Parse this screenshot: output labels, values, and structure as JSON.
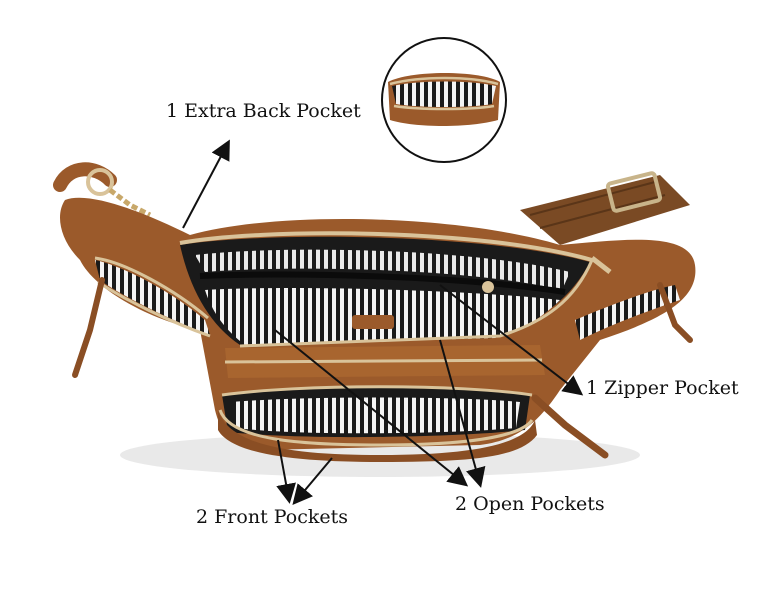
{
  "labels": {
    "extra_back_pocket": "1 Extra Back Pocket",
    "zipper_pocket": "1 Zipper Pocket",
    "front_pockets": "2 Front Pockets",
    "open_pockets": "2 Open Pockets"
  },
  "colors": {
    "leather": "#9b5a2b",
    "leather_dark": "#6e3a18",
    "leather_light": "#b87a46",
    "zipper_gold": "#d9c39a",
    "lining_black": "#1a1a1a",
    "lining_white": "#f4f4f4",
    "strap": "#7a4a24",
    "arrow": "#111111"
  }
}
